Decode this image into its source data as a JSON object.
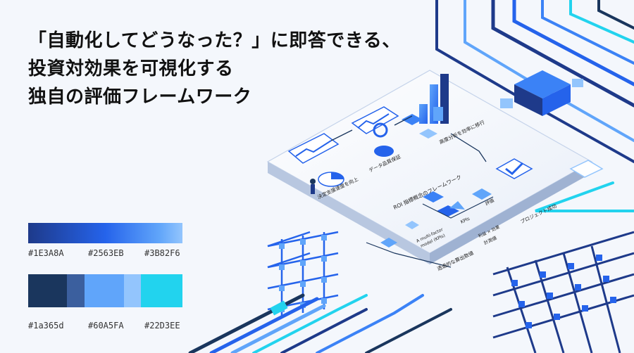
{
  "headline": {
    "line1": "「自動化してどうなった？」に即答できる、",
    "line2": "投資対効果を可視化する",
    "line3": "独自の評価フレームワーク"
  },
  "palette_primary": {
    "labels": [
      "#1E3A8A",
      "#2563EB",
      "#3B82F6"
    ],
    "colors": [
      "#1E3A8A",
      "#2563EB",
      "#3B82F6"
    ]
  },
  "palette_secondary": {
    "labels": [
      "#1a365d",
      "#60A5FA",
      "#22D3EE"
    ],
    "colors": [
      "#1a365d",
      "#3b5f9e",
      "#60A5FA",
      "#93c5fd",
      "#22D3EE"
    ]
  },
  "illustration": {
    "label_decision": "決定支援速度を向上",
    "label_data_quality": "データ品質保証",
    "label_advanced": "高度分析を効率に移行",
    "label_roi": "ROI 指標概念のフレームワーク",
    "label_multifactor_a": "A multi-factor",
    "label_multifactor_b": "model (KPIs)",
    "label_kpis": "KPIs",
    "label_eval": "評価",
    "label_formula_a": "利益 × 効果",
    "label_formula_b": "計測値",
    "label_project": "プロジェクト成功",
    "label_bottom": "透過的な算出数値"
  }
}
